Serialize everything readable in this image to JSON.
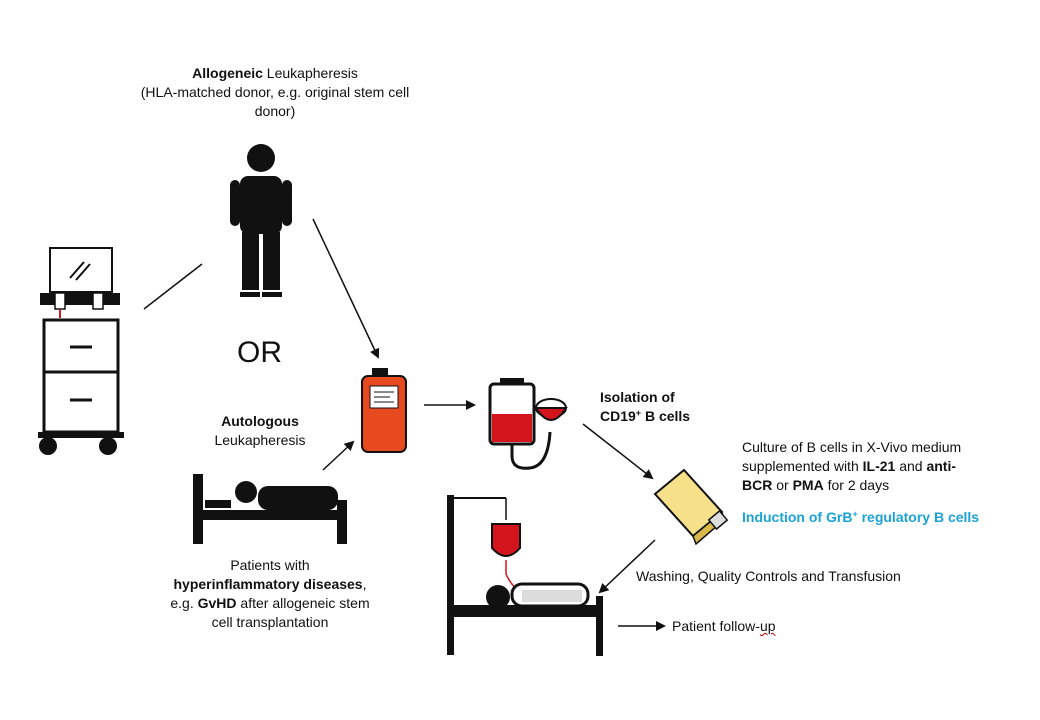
{
  "allogeneic": {
    "bold": "Allogeneic",
    "rest": " Leukapheresis",
    "line2": "(HLA-matched donor, e.g. original stem cell",
    "line3": "donor)"
  },
  "or_label": "OR",
  "autologous": {
    "bold": "Autologous",
    "line2": "Leukapheresis"
  },
  "patients": {
    "line1": "Patients with",
    "line2_bold": "hyperinflammatory diseases",
    "line2_rest": ",",
    "line3_pre": "e.g. ",
    "line3_bold": "GvHD",
    "line3_rest": " after allogeneic stem",
    "line4": "cell transplantation"
  },
  "isolation": {
    "line1": "Isolation of",
    "line2_pre": "CD19",
    "line2_sup": "+",
    "line2_rest": " B cells"
  },
  "culture": {
    "line1": "Culture of B cells in X-Vivo medium",
    "line2_pre": "supplemented with ",
    "line2_bold1": "IL-21",
    "line2_mid": " and ",
    "line2_bold2": "anti-",
    "line3_bold1": "BCR",
    "line3_mid": " or ",
    "line3_bold2": "PMA",
    "line3_rest": " for 2 days"
  },
  "induction": {
    "pre": "Induction of GrB",
    "sup": "+",
    "rest": " regulatory B cells",
    "color": "#1ba3d6"
  },
  "washing": "Washing, Quality Controls and Transfusion",
  "followup": {
    "pre": "Patient follow-",
    "squiggle": "up"
  },
  "colors": {
    "blood_red": "#d4141c",
    "bag_orange": "#e84a1f",
    "flask_yellow": "#f6e08a",
    "ink": "#111111"
  }
}
